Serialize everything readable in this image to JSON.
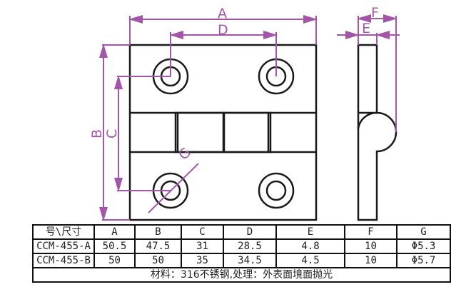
{
  "drawing": {
    "labels": {
      "A": "A",
      "B": "B",
      "C": "C",
      "D": "D",
      "E": "E",
      "F": "F",
      "G": "G"
    },
    "colors": {
      "dimension": "#a355a8",
      "outline": "#1a1a1a"
    }
  },
  "table": {
    "headers": [
      "号\\尺寸",
      "A",
      "B",
      "C",
      "D",
      "E",
      "F",
      "G"
    ],
    "rows": [
      [
        "CCM-455-A",
        "50.5",
        "47.5",
        "31",
        "28.5",
        "4.8",
        "10",
        "Φ5.3"
      ],
      [
        "CCM-455-B",
        "50",
        "50",
        "35",
        "34.5",
        "4.5",
        "10",
        "Φ5.7"
      ]
    ],
    "note": "材料：316不锈钢,处理：外表面境面抛光"
  }
}
